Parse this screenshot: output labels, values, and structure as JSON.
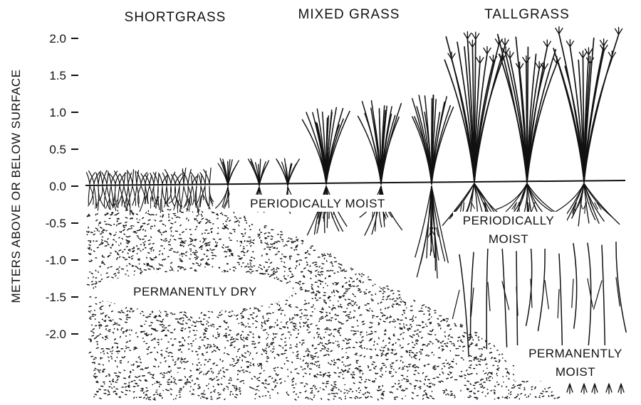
{
  "zones": {
    "shortgrass": "SHORTGRASS",
    "mixed": "MIXED GRASS",
    "tallgrass": "TALLGRASS"
  },
  "axis": {
    "label": "METERS ABOVE OR BELOW SURFACE",
    "ticks": [
      "2.0",
      "1.5",
      "1.0",
      "0.5",
      "0.0",
      "-0.5",
      "-1.0",
      "-1.5",
      "-2.0"
    ]
  },
  "regions": {
    "mixed_moist": "PERIODICALLY  MOIST",
    "tall_moist_1": "PERIODICALLY",
    "tall_moist_2": "MOIST",
    "dry": "PERMANENTLY DRY",
    "perm_moist_1": "PERMANENTLY",
    "perm_moist_2": "MOIST"
  }
}
